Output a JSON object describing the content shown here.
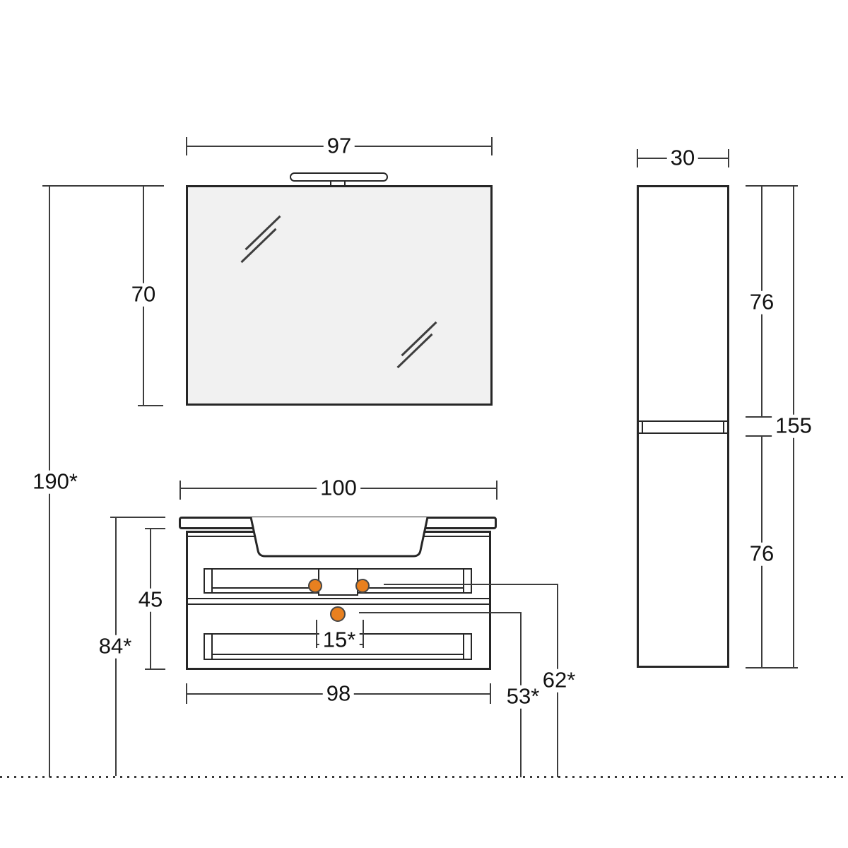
{
  "diagram": {
    "subject": "Bathroom furniture technical drawing, front view: mirror with lamp, wall-hung vanity with washbasin and two drawers, tall side column unit, floor reference line",
    "colors": {
      "outline": "#262626",
      "dimension_line": "#3c3c3c",
      "knob_orange": "#e8801f",
      "mirror_fill": "#f1f1f1",
      "background": "#ffffff"
    },
    "labels": {
      "mirror_width": "97",
      "mirror_height": "70",
      "overall_height": "190*",
      "vanity_top_width": "100",
      "vanity_body_height": "45",
      "vanity_underside_height": "84*",
      "handle_spacing": "15*",
      "vanity_body_width": "98",
      "lower_knob_height": "53*",
      "upper_knob_height": "62*",
      "column_depth": "30",
      "column_upper_door_height": "76",
      "column_lower_door_height": "76",
      "column_total_height": "155"
    }
  }
}
